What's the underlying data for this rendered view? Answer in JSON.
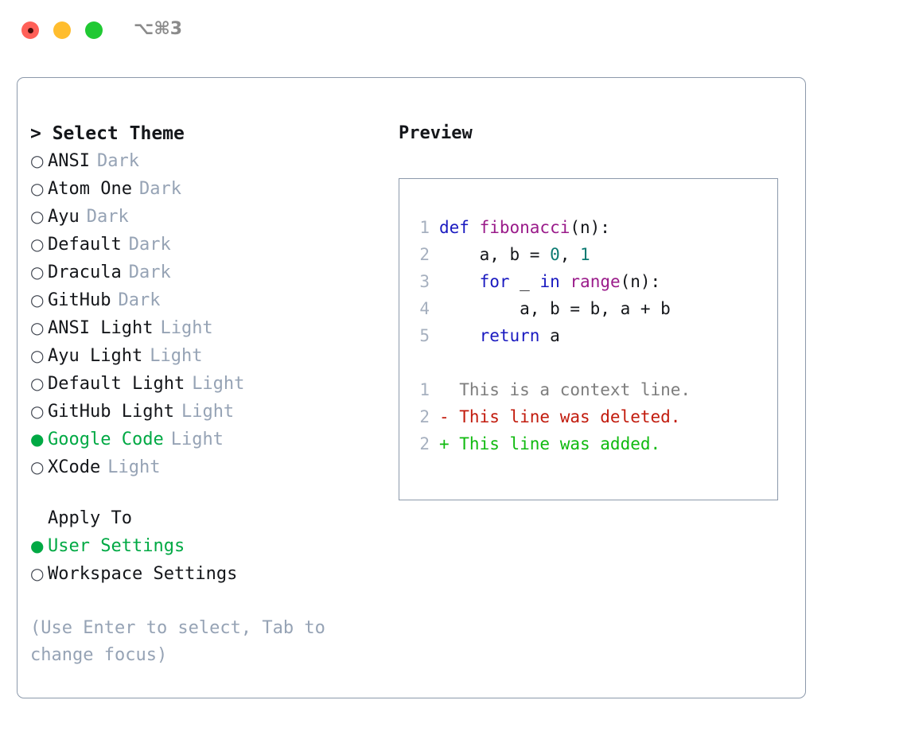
{
  "window": {
    "title": "⌥⌘3",
    "controls": [
      {
        "name": "close",
        "color": "#FF6058"
      },
      {
        "name": "minimize",
        "color": "#FFBD2E"
      },
      {
        "name": "zoom",
        "color": "#20C933"
      }
    ]
  },
  "theme_picker": {
    "heading": "> Select Theme",
    "bullet_unselected": "○",
    "bullet_selected": "●",
    "options": [
      {
        "name": "ANSI",
        "tag": "Dark",
        "selected": false
      },
      {
        "name": "Atom One",
        "tag": "Dark",
        "selected": false
      },
      {
        "name": "Ayu",
        "tag": "Dark",
        "selected": false
      },
      {
        "name": "Default",
        "tag": "Dark",
        "selected": false
      },
      {
        "name": "Dracula",
        "tag": "Dark",
        "selected": false
      },
      {
        "name": "GitHub",
        "tag": "Dark",
        "selected": false
      },
      {
        "name": "ANSI Light",
        "tag": "Light",
        "selected": false
      },
      {
        "name": "Ayu Light",
        "tag": "Light",
        "selected": false
      },
      {
        "name": "Default Light",
        "tag": "Light",
        "selected": false
      },
      {
        "name": "GitHub Light",
        "tag": "Light",
        "selected": false
      },
      {
        "name": "Google Code",
        "tag": "Light",
        "selected": true
      },
      {
        "name": "XCode",
        "tag": "Light",
        "selected": false
      }
    ]
  },
  "apply_to": {
    "heading": "Apply To",
    "options": [
      {
        "name": "User Settings",
        "selected": true
      },
      {
        "name": "Workspace Settings",
        "selected": false
      }
    ]
  },
  "hint": "(Use Enter to select, Tab to change focus)",
  "preview": {
    "title": "Preview",
    "code_lines": [
      {
        "no": "1",
        "tokens": [
          {
            "t": "def ",
            "c": "kw"
          },
          {
            "t": "fibonacci",
            "c": "fn"
          },
          {
            "t": "(n):",
            "c": "pln"
          }
        ]
      },
      {
        "no": "2",
        "tokens": [
          {
            "t": "    a, b = ",
            "c": "pln"
          },
          {
            "t": "0",
            "c": "num"
          },
          {
            "t": ", ",
            "c": "pln"
          },
          {
            "t": "1",
            "c": "num"
          }
        ]
      },
      {
        "no": "3",
        "tokens": [
          {
            "t": "    ",
            "c": "pln"
          },
          {
            "t": "for",
            "c": "kw"
          },
          {
            "t": " _ ",
            "c": "pln"
          },
          {
            "t": "in",
            "c": "kw"
          },
          {
            "t": " ",
            "c": "pln"
          },
          {
            "t": "range",
            "c": "fn"
          },
          {
            "t": "(n):",
            "c": "pln"
          }
        ]
      },
      {
        "no": "4",
        "tokens": [
          {
            "t": "        a, b = b, a + b",
            "c": "pln"
          }
        ]
      },
      {
        "no": "5",
        "tokens": [
          {
            "t": "    ",
            "c": "pln"
          },
          {
            "t": "return",
            "c": "kw"
          },
          {
            "t": " a",
            "c": "pln"
          }
        ]
      }
    ],
    "diff_lines": [
      {
        "no": "1",
        "text": "  This is a context line.",
        "kind": "ctx"
      },
      {
        "no": "2",
        "text": "- This line was deleted.",
        "kind": "del"
      },
      {
        "no": "2",
        "text": "+ This line was added.",
        "kind": "add"
      }
    ]
  },
  "colors": {
    "accent_green": "#00a944",
    "border": "#8c99ab",
    "muted": "#96a3b5",
    "keyword": "#1a1ac0",
    "function": "#9a1b8a",
    "number": "#0b7a72",
    "diff_add": "#10ba10",
    "diff_del": "#c21b0d",
    "diff_ctx": "#7d7d7d"
  }
}
